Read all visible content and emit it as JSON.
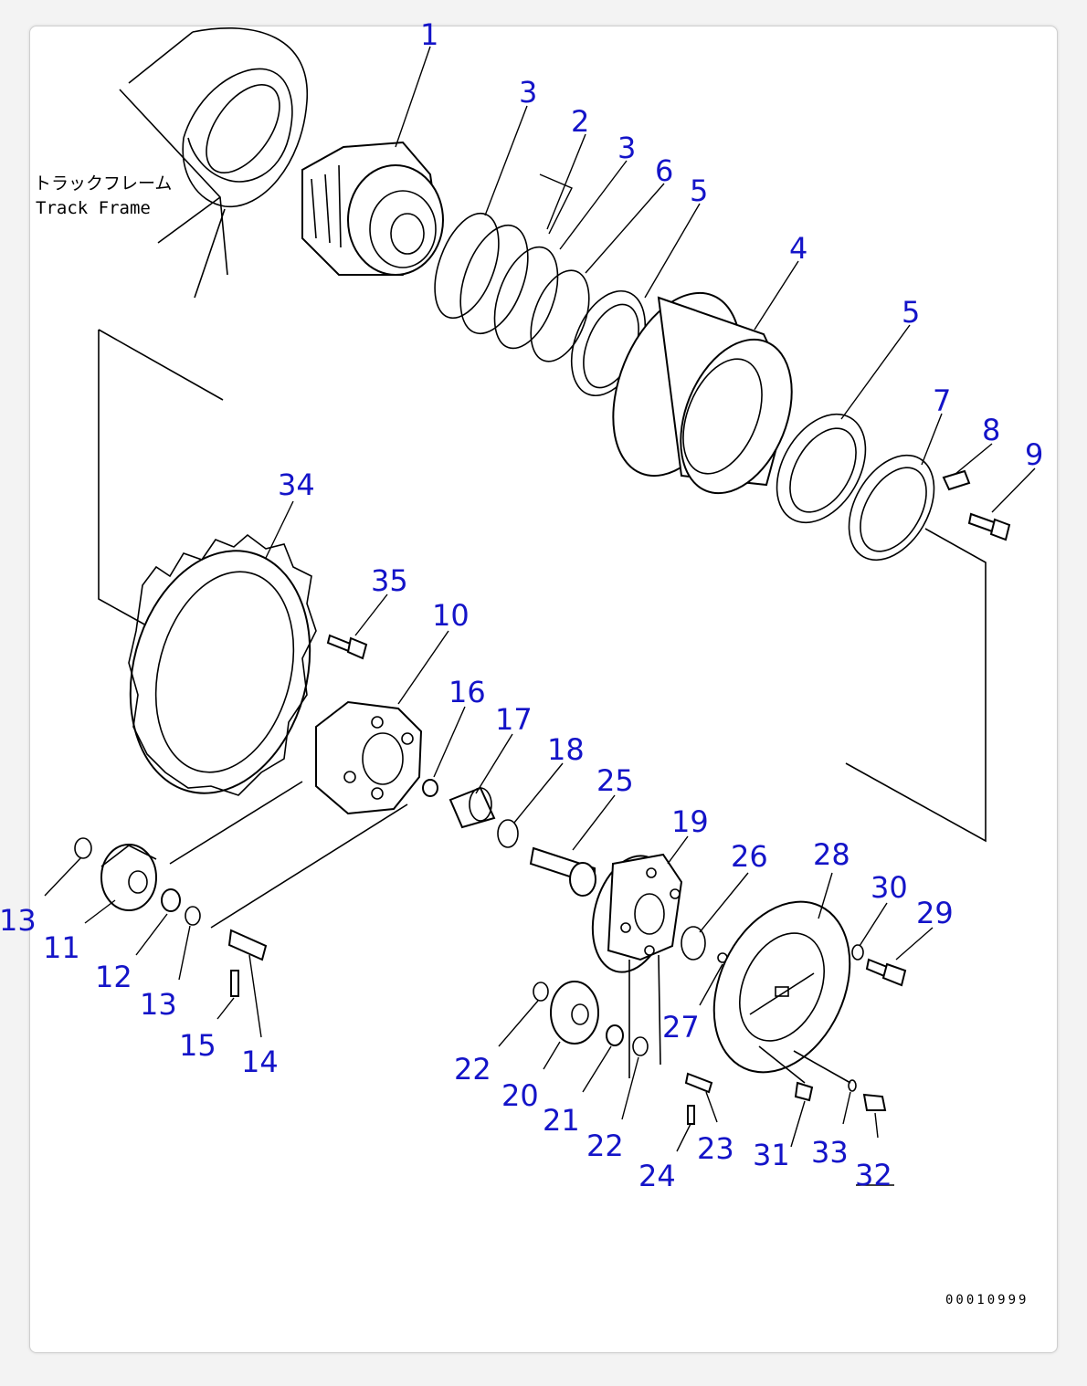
{
  "frame_label": {
    "jp": "トラックフレーム",
    "en": "Track Frame"
  },
  "drawing_code": "00010999",
  "part_labels": [
    "1",
    "2",
    "3",
    "3",
    "4",
    "5",
    "5",
    "6",
    "7",
    "8",
    "9",
    "10",
    "11",
    "12",
    "13",
    "13",
    "14",
    "15",
    "16",
    "17",
    "18",
    "19",
    "20",
    "21",
    "22",
    "22",
    "23",
    "24",
    "25",
    "26",
    "27",
    "28",
    "29",
    "30",
    "31",
    "32",
    "33",
    "34",
    "35"
  ]
}
